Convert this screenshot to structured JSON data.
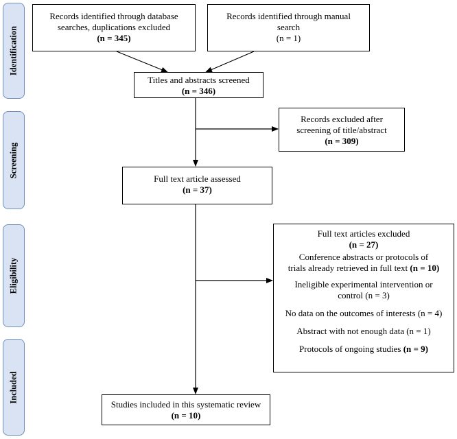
{
  "phases": {
    "identification": "Identification",
    "screening": "Screening",
    "eligibility": "Eligibility",
    "included": "Included"
  },
  "boxes": {
    "database": {
      "line1": "Records identified through database",
      "line2": "searches, duplications excluded",
      "count": "(n = 345)"
    },
    "manual": {
      "line1": "Records identified through manual",
      "line2": "search",
      "count": "(n = 1)"
    },
    "screened": {
      "line1": "Titles and abstracts screened",
      "count": "(n = 346)"
    },
    "excluded_screening": {
      "line1": "Records excluded after",
      "line2": "screening of title/abstract",
      "count": "(n = 309)"
    },
    "fulltext": {
      "line1": "Full text article assessed",
      "count": "(n = 37)"
    },
    "excluded_fulltext": {
      "title": "Full text articles excluded",
      "count": "(n = 27)",
      "reason1_line1": "Conference abstracts or protocols of",
      "reason1_line2_text": "trials already retrieved in full text ",
      "reason1_count": "(n = 10)",
      "reason2_line1": "Ineligible experimental intervention or",
      "reason2_line2": "control (n = 3)",
      "reason3": "No data on the outcomes of interests (n = 4)",
      "reason4": "Abstract with not enough data (n = 1)",
      "reason5_text": "Protocols of ongoing studies ",
      "reason5_count": "(n = 9)"
    },
    "included": {
      "line1": "Studies included in this systematic review",
      "count": "(n = 10)"
    }
  }
}
